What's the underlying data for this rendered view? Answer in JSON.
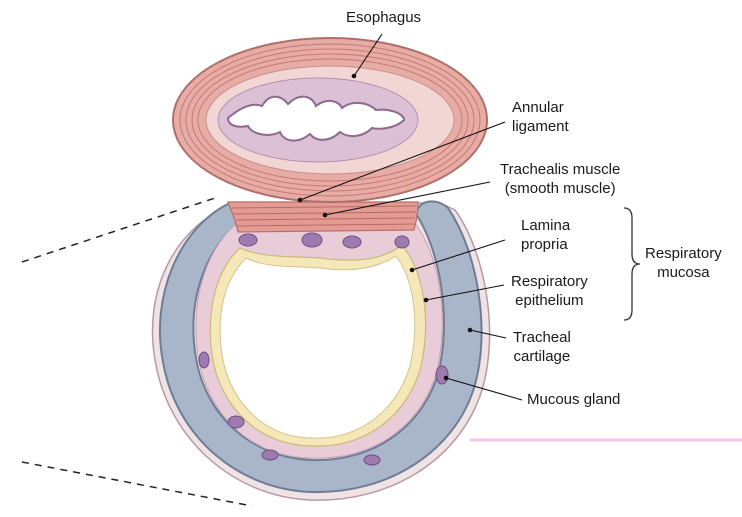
{
  "labels": {
    "esophagus": "Esophagus",
    "annular_ligament": [
      "Annular",
      "ligament"
    ],
    "trachealis_muscle": [
      "Trachealis muscle",
      "(smooth muscle)"
    ],
    "lamina_propria": [
      "Lamina",
      "propria"
    ],
    "respiratory_epithelium": [
      "Respiratory",
      "epithelium"
    ],
    "respiratory_mucosa": [
      "Respiratory",
      "mucosa"
    ],
    "tracheal_cartilage": [
      "Tracheal",
      "cartilage"
    ],
    "mucous_gland": "Mucous gland"
  },
  "colors": {
    "esophagus_wall": "#e2a39c",
    "esophagus_muscle": "#cf7f7a",
    "mucosa": "#d9b6cf",
    "lumen": "#ffffff",
    "cartilage": "#a9b6c9",
    "cartilage_edge": "#7d8aa0",
    "lamina_propria": "#e8cdd9",
    "epithelium": "#f4e8b8",
    "gland": "#9d7bb0",
    "leader": "#111111"
  }
}
